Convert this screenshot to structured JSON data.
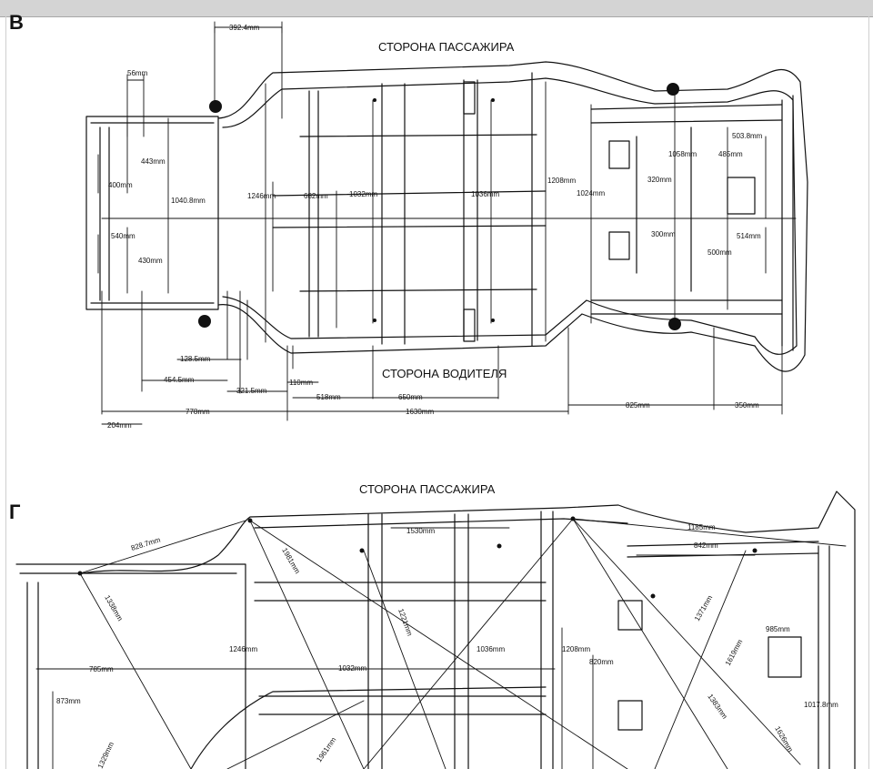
{
  "viewer": {
    "topbar": ""
  },
  "diagram_v": {
    "section_letter": "В",
    "side_top": "СТОРОНА ПАССАЖИРА",
    "side_bottom": "СТОРОНА ВОДИТЕЛЯ",
    "dims": {
      "d1": "392.4mm",
      "d2": "56mm",
      "d3": "443mm",
      "d4": "400mm",
      "d5": "1040.8mm",
      "d6": "540mm",
      "d7": "430mm",
      "d8": "1246mm",
      "d9": "682mm",
      "d10": "1032mm",
      "d11": "1036mm",
      "d12": "1208mm",
      "d13": "1024mm",
      "d14": "1058mm",
      "d15": "485mm",
      "d16": "503.8mm",
      "d17": "320mm",
      "d18": "300mm",
      "d19": "514mm",
      "d20": "500mm",
      "d21": "128.5mm",
      "d22": "454.5mm",
      "d23": "321.5mm",
      "d24": "110mm",
      "d25": "518mm",
      "d26": "650mm",
      "d27": "778mm",
      "d28": "1630mm",
      "d29": "825mm",
      "d30": "350mm",
      "d31": "204mm"
    }
  },
  "diagram_g": {
    "section_letter": "Г",
    "side_top": "СТОРОНА ПАССАЖИРА",
    "dims": {
      "e1": "828.7mm",
      "e2": "1530mm",
      "e3": "1185mm",
      "e4": "842mm",
      "e5": "1981mm",
      "e6": "1338mm",
      "e7": "1221mm",
      "e8": "1371mm",
      "e9": "1619mm",
      "e10": "985mm",
      "e11": "1246mm",
      "e12": "1036mm",
      "e13": "1208mm",
      "e14": "820mm",
      "e15": "785mm",
      "e16": "1032mm",
      "e17": "873mm",
      "e18": "1017.8mm",
      "e19": "1329mm",
      "e20": "1961mm",
      "e21": "1383mm",
      "e22": "1626mm"
    }
  }
}
